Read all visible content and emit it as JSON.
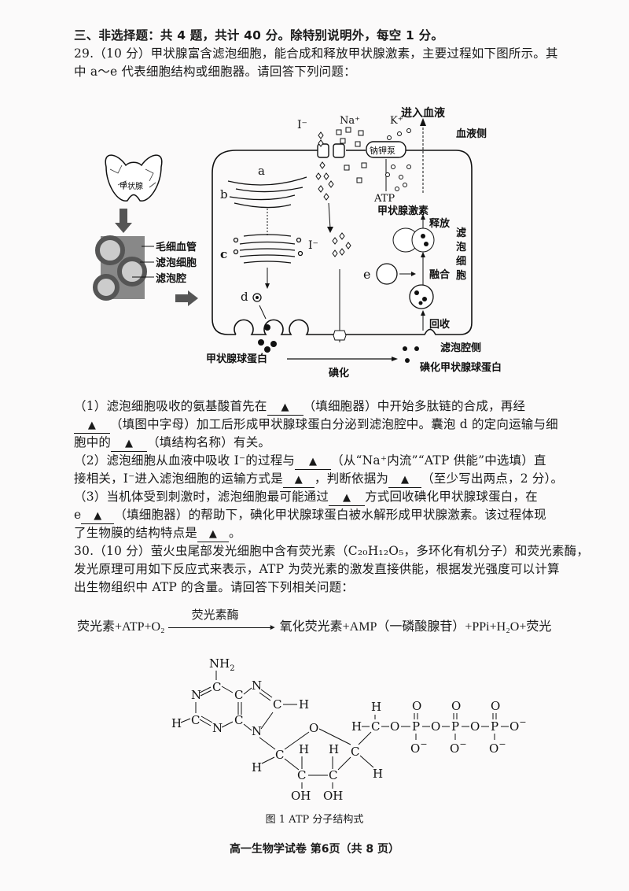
{
  "section": {
    "heading": "三、非选择题：共 4 题，共计 40 分。除特别说明外，每空 1 分。"
  },
  "q29": {
    "intro_line1": "29.（10 分）甲状腺富含滤泡细胞，能合成和释放甲状腺激素，主要过程如下图所示。其",
    "intro_line2": "中 a～e 代表细胞结构或细胞器。请回答下列问题：",
    "figure": {
      "thyroid_label": "甲状腺",
      "tissue_labels": [
        "毛细血管",
        "滤泡细胞",
        "滤泡腔"
      ],
      "ion_labels": {
        "iodide": "I⁻",
        "sodium": "Na⁺",
        "potassium": "K⁺",
        "iodide_inner": "I⁻"
      },
      "pump_label": "钠钾泵",
      "atp_label": "ATP",
      "organelle_labels": [
        "a",
        "b",
        "c",
        "d",
        "e"
      ],
      "into_blood": "进入血液",
      "blood_side": "血液侧",
      "hormone": "甲状腺激素",
      "release": "释放",
      "fusion": "融合",
      "recycle": "回收",
      "cell_name": [
        "滤",
        "泡",
        "细",
        "胞"
      ],
      "lumen_side": "滤泡腔侧",
      "thyroglobulin": "甲状腺球蛋白",
      "iodination": "碘化",
      "iodinated_thyroglobulin": "碘化甲状腺球蛋白"
    },
    "blank_marker": "▲",
    "sub1": {
      "l1a": "（1）滤泡细胞吸收的氨基酸首先在",
      "l1b": "（填细胞器）中开始多肽链的合成，再经",
      "l2b": "（填图中字母）加工后形成甲状腺球蛋白分泌到滤泡腔中。囊泡 d 的定向运输与细",
      "l3a": "胞中的",
      "l3b": "（填结构名称）有关。"
    },
    "sub2": {
      "l1a": "（2）滤泡细胞从血液中吸收 I⁻的过程与",
      "l1b": "（从“Na⁺内流”“ATP 供能”中选填）直",
      "l2a": "接相关，I⁻进入滤泡细胞的运输方式是",
      "l2b": "，判断依据为",
      "l2c": "（至少写出两点，2 分）。"
    },
    "sub3": {
      "l1a": "（3）当机体受到刺激时，滤泡细胞最可能通过",
      "l1b": "方式回收碘化甲状腺球蛋白，在",
      "l2a": "e",
      "l2b": "（填细胞器）的帮助下，碘化甲状腺球蛋白被水解形成甲状腺激素。该过程体现",
      "l3a": "了生物膜的结构特点是",
      "l3b": "。"
    }
  },
  "q30": {
    "intro_line1": "30.（10 分）萤火虫尾部发光细胞中含有荧光素（C₂₀H₁₂O₅，多环化有机分子）和荧光素酶，",
    "intro_line2": "发光原理可用如下反应式来表示，ATP 为荧光素的激发直接供能，根据发光强度可以计算",
    "intro_line3": "出生物组织中 ATP 的含量。请回答下列相关问题：",
    "equation": {
      "left": "荧光素+ATP+O₂",
      "enzyme": "荧光素酶",
      "right": "氧化荧光素+AMP（一磷酸腺苷）+PPi+H₂O+荧光"
    },
    "figure_caption": "图 1  ATP 分子结构式"
  },
  "footer": "高一生物学试卷  第6页（共 8 页）"
}
